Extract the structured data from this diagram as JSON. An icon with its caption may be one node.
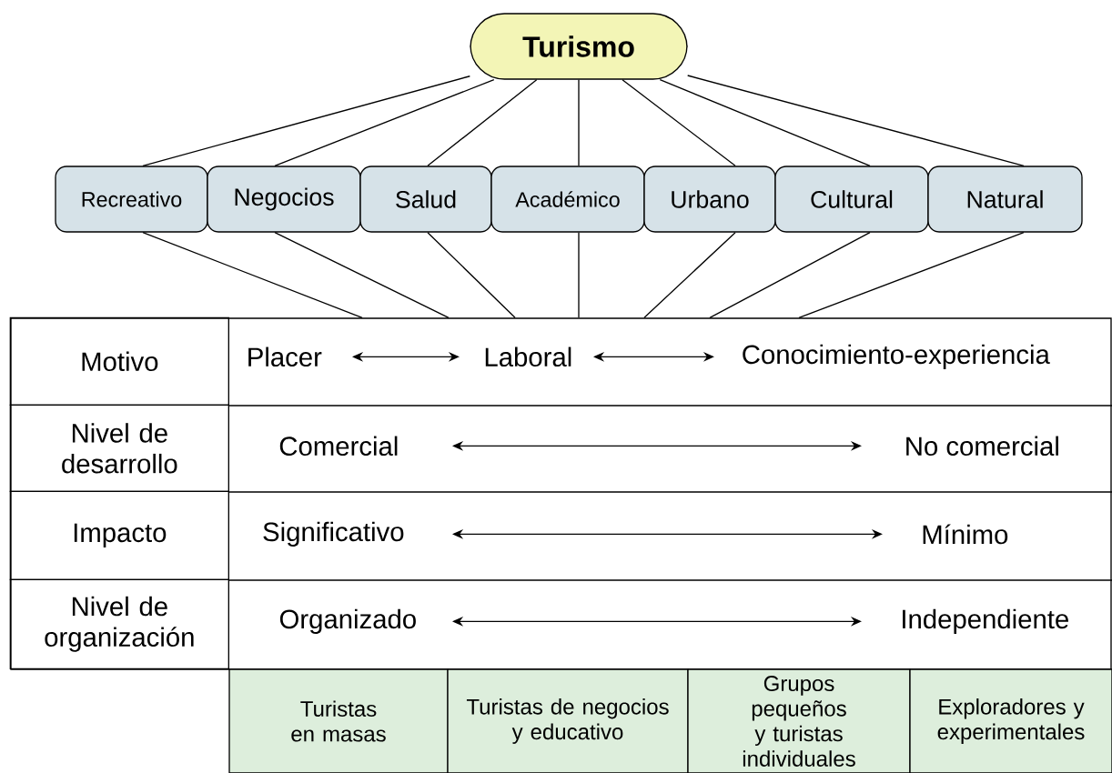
{
  "diagram": {
    "nodes": [
      {
        "text": [
          "Turismo"
        ]
      },
      {
        "text": [
          "Recreativo"
        ]
      },
      {
        "text": [
          "Negocios"
        ]
      },
      {
        "text": [
          "Salud"
        ]
      },
      {
        "text": [
          "Académico"
        ]
      },
      {
        "text": [
          "Urbano"
        ]
      },
      {
        "text": [
          "Cultural"
        ]
      },
      {
        "text": [
          "Natural"
        ]
      },
      {
        "text": [],
        "shape": "box"
      },
      {
        "text": [
          "Motivo"
        ],
        "in": 8
      },
      {
        "text": [
          "Placer"
        ],
        "in": 8
      },
      {
        "text": [
          "Laboral"
        ],
        "in": 8
      },
      {
        "text": [
          "Conocimiento-experiencia"
        ],
        "in": 8
      },
      {
        "text": [
          "Nivel de desarrollo"
        ],
        "in": 8
      },
      {
        "text": [
          "Comercial"
        ],
        "in": 8
      },
      {
        "text": [
          "No comercial"
        ],
        "in": 8
      },
      {
        "text": [
          "Impacto"
        ],
        "in": 8
      },
      {
        "text": [
          "Significativo"
        ],
        "in": 8
      },
      {
        "text": [
          "Mínimo"
        ],
        "in": 8
      },
      {
        "text": [
          "Nivel de organización"
        ],
        "in": 8
      },
      {
        "text": [
          "Organizado"
        ],
        "in": 8
      },
      {
        "text": [
          "Independiente"
        ],
        "in": 8
      },
      {
        "text": [
          "Turistas en masas"
        ]
      },
      {
        "text": [
          "Turistas de negocios y educativo"
        ]
      },
      {
        "text": [
          "Grupos pequeños y turistas individuales"
        ]
      },
      {
        "text": [
          "Exploradores y experimentales"
        ]
      }
    ],
    "edges": [
      {
        "from": 0,
        "to": 1,
        "arrow": "none"
      },
      {
        "from": 0,
        "to": 2,
        "arrow": "none"
      },
      {
        "from": 0,
        "to": 3,
        "arrow": "none"
      },
      {
        "from": 0,
        "to": 4,
        "arrow": "none"
      },
      {
        "from": 0,
        "to": 5,
        "arrow": "none"
      },
      {
        "from": 0,
        "to": 6,
        "arrow": "none"
      },
      {
        "from": 0,
        "to": 7,
        "arrow": "none"
      },
      {
        "from": 1,
        "to": 8,
        "arrow": "none"
      },
      {
        "from": 2,
        "to": 8,
        "arrow": "none"
      },
      {
        "from": 3,
        "to": 8,
        "arrow": "none"
      },
      {
        "from": 4,
        "to": 8,
        "arrow": "none"
      },
      {
        "from": 5,
        "to": 8,
        "arrow": "none"
      },
      {
        "from": 6,
        "to": 8,
        "arrow": "none"
      },
      {
        "from": 7,
        "to": 8,
        "arrow": "none"
      },
      {
        "from": 10,
        "to": 11,
        "arrow": "both"
      },
      {
        "from": 11,
        "to": 12,
        "arrow": "both"
      },
      {
        "from": 14,
        "to": 15,
        "arrow": "both"
      },
      {
        "from": 17,
        "to": 18,
        "arrow": "both"
      },
      {
        "from": 20,
        "to": 21,
        "arrow": "both"
      }
    ]
  }
}
